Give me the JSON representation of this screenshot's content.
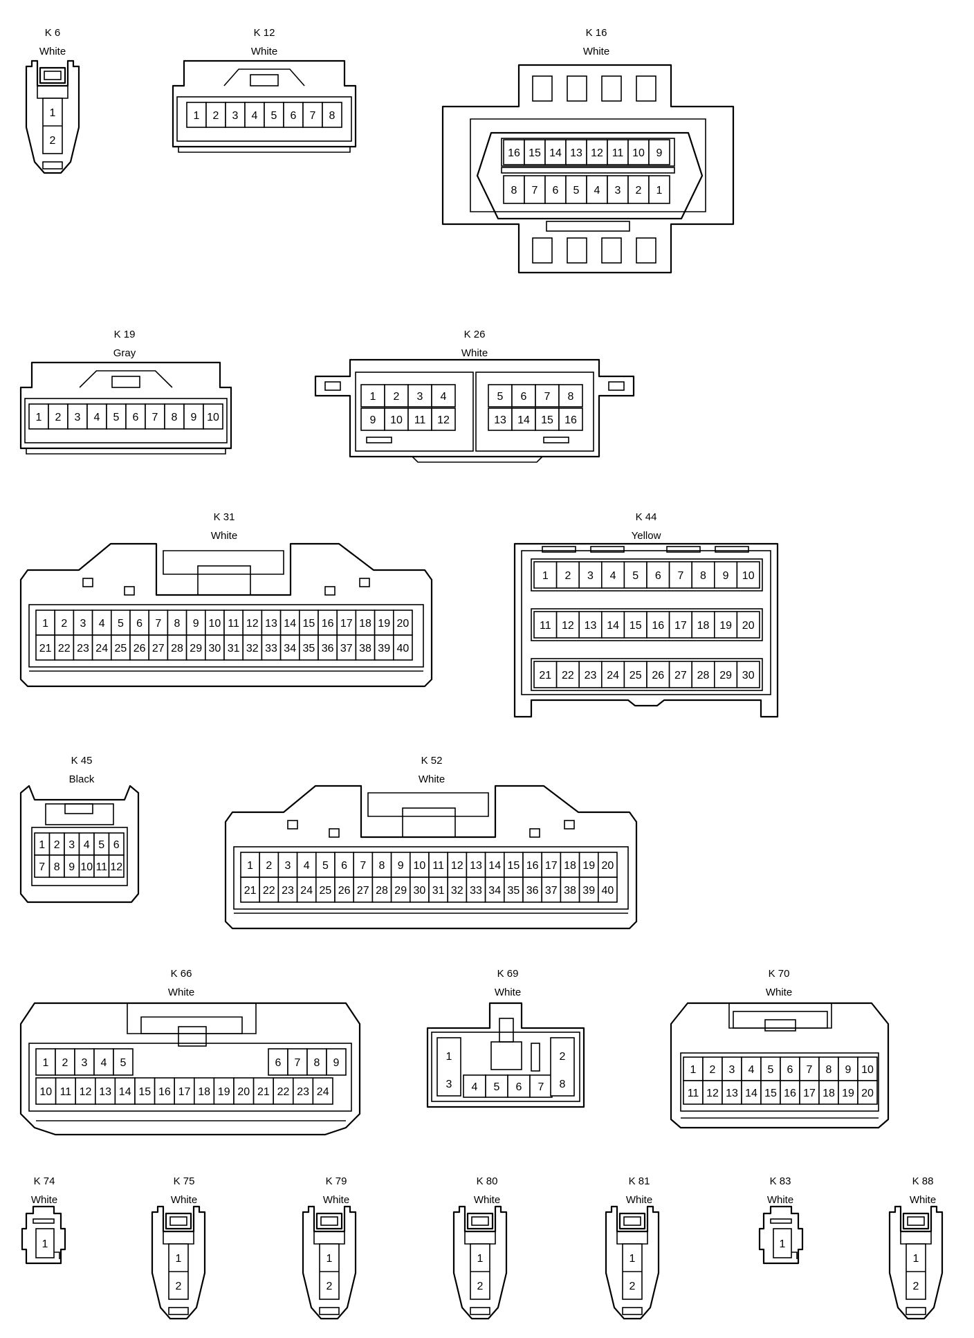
{
  "connectors": [
    {
      "id": "K 6",
      "color": "White",
      "shape": "plug2v",
      "grid": [
        [
          1
        ],
        [
          2
        ]
      ]
    },
    {
      "id": "K 12",
      "color": "White",
      "shape": "header",
      "grid": [
        [
          1,
          2,
          3,
          4,
          5,
          6,
          7,
          8
        ]
      ]
    },
    {
      "id": "K 16",
      "color": "White",
      "shape": "dlc",
      "grid": [
        [
          16,
          15,
          14,
          13,
          12,
          11,
          10,
          9
        ],
        [
          8,
          7,
          6,
          5,
          4,
          3,
          2,
          1
        ]
      ]
    },
    {
      "id": "K 19",
      "color": "Gray",
      "shape": "header",
      "grid": [
        [
          1,
          2,
          3,
          4,
          5,
          6,
          7,
          8,
          9,
          10
        ]
      ]
    },
    {
      "id": "K 26",
      "color": "White",
      "shape": "dual",
      "grid": [
        [
          1,
          2,
          3,
          4
        ],
        [
          9,
          10,
          11,
          12
        ]
      ],
      "grid2": [
        [
          5,
          6,
          7,
          8
        ],
        [
          13,
          14,
          15,
          16
        ]
      ]
    },
    {
      "id": "K 31",
      "color": "White",
      "shape": "ecu",
      "grid": [
        [
          1,
          2,
          3,
          4,
          5,
          6,
          7,
          8,
          9,
          10,
          11,
          12,
          13,
          14,
          15,
          16,
          17,
          18,
          19,
          20
        ],
        [
          21,
          22,
          23,
          24,
          25,
          26,
          27,
          28,
          29,
          30,
          31,
          32,
          33,
          34,
          35,
          36,
          37,
          38,
          39,
          40
        ]
      ]
    },
    {
      "id": "K 44",
      "color": "Yellow",
      "shape": "box",
      "grid": [
        [
          1,
          2,
          3,
          4,
          5,
          6,
          7,
          8,
          9,
          10
        ],
        [
          11,
          12,
          13,
          14,
          15,
          16,
          17,
          18,
          19,
          20
        ],
        [
          21,
          22,
          23,
          24,
          25,
          26,
          27,
          28,
          29,
          30
        ]
      ]
    },
    {
      "id": "K 45",
      "color": "Black",
      "shape": "small",
      "grid": [
        [
          1,
          2,
          3,
          4,
          5,
          6
        ],
        [
          7,
          8,
          9,
          10,
          11,
          12
        ]
      ]
    },
    {
      "id": "K 52",
      "color": "White",
      "shape": "ecu",
      "grid": [
        [
          1,
          2,
          3,
          4,
          5,
          6,
          7,
          8,
          9,
          10,
          11,
          12,
          13,
          14,
          15,
          16,
          17,
          18,
          19,
          20
        ],
        [
          21,
          22,
          23,
          24,
          25,
          26,
          27,
          28,
          29,
          30,
          31,
          32,
          33,
          34,
          35,
          36,
          37,
          38,
          39,
          40
        ]
      ]
    },
    {
      "id": "K 66",
      "color": "White",
      "shape": "k66",
      "grid": [
        [
          1,
          2,
          3,
          4,
          5
        ],
        [
          10,
          11,
          12,
          13,
          14,
          15,
          16,
          17,
          18,
          19,
          20,
          21,
          22,
          23,
          24
        ]
      ],
      "grid2": [
        [
          6,
          7,
          8,
          9
        ]
      ]
    },
    {
      "id": "K 69",
      "color": "White",
      "shape": "k69",
      "grid": [
        [
          1
        ],
        [
          3,
          4,
          5,
          6,
          7
        ]
      ],
      "grid2": [
        [
          2
        ],
        [
          8
        ]
      ]
    },
    {
      "id": "K 70",
      "color": "White",
      "shape": "k70",
      "grid": [
        [
          1,
          2,
          3,
          4,
          5,
          6,
          7,
          8,
          9,
          10
        ],
        [
          11,
          12,
          13,
          14,
          15,
          16,
          17,
          18,
          19,
          20
        ]
      ]
    },
    {
      "id": "K 74",
      "color": "White",
      "shape": "mini",
      "grid": [
        [
          1
        ]
      ]
    },
    {
      "id": "K 75",
      "color": "White",
      "shape": "plug2v",
      "grid": [
        [
          1
        ],
        [
          2
        ]
      ]
    },
    {
      "id": "K 79",
      "color": "White",
      "shape": "plug2v",
      "grid": [
        [
          1
        ],
        [
          2
        ]
      ]
    },
    {
      "id": "K 80",
      "color": "White",
      "shape": "plug2v",
      "grid": [
        [
          1
        ],
        [
          2
        ]
      ]
    },
    {
      "id": "K 81",
      "color": "White",
      "shape": "plug2v",
      "grid": [
        [
          1
        ],
        [
          2
        ]
      ]
    },
    {
      "id": "K 83",
      "color": "White",
      "shape": "mini",
      "grid": [
        [
          1
        ]
      ]
    },
    {
      "id": "K 88",
      "color": "White",
      "shape": "plug2v",
      "grid": [
        [
          1
        ],
        [
          2
        ]
      ]
    }
  ]
}
